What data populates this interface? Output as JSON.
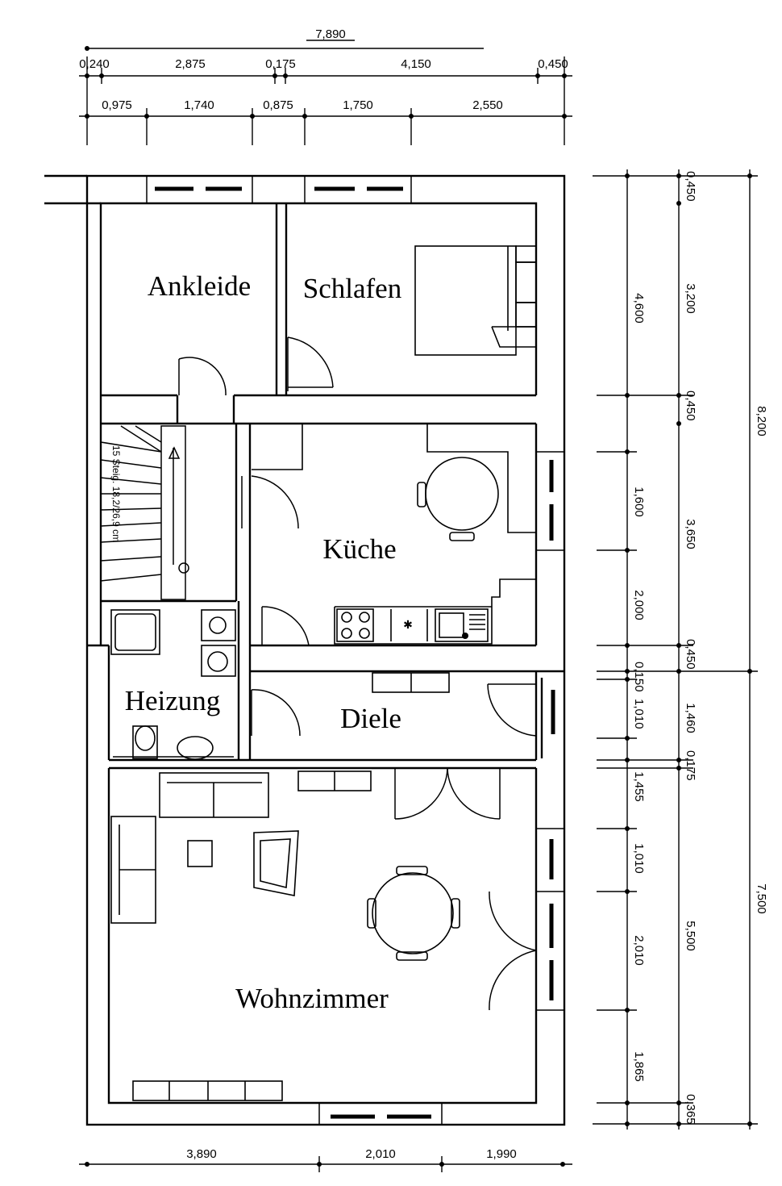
{
  "rooms": {
    "ankleide": "Ankleide",
    "schlafen": "Schlafen",
    "kueche": "Küche",
    "heizung": "Heizung",
    "diele": "Diele",
    "wohnzimmer": "Wohnzimmer"
  },
  "stair_note": "15 Steig. 18,2/26,9 cm",
  "dims_top": {
    "overall": "7,890",
    "row1": [
      "0,240",
      "2,875",
      "0,175",
      "4,150",
      "0,450"
    ],
    "row2": [
      "0,975",
      "1,740",
      "0,875",
      "1,750",
      "2,550"
    ]
  },
  "dims_bottom": [
    "3,890",
    "2,010",
    "1,990"
  ],
  "dims_right": {
    "col1": [
      "4,600",
      "1,600",
      "2,000",
      "0,150",
      "1,010",
      "1,455",
      "1,010",
      "2,010",
      "1,865"
    ],
    "col2": [
      "0,450",
      "3,200",
      "0,450",
      "3,650",
      "0,450",
      "1,460",
      "0,175",
      "5,500",
      "0,365"
    ],
    "col3": [
      "8,200",
      "7,500"
    ]
  }
}
